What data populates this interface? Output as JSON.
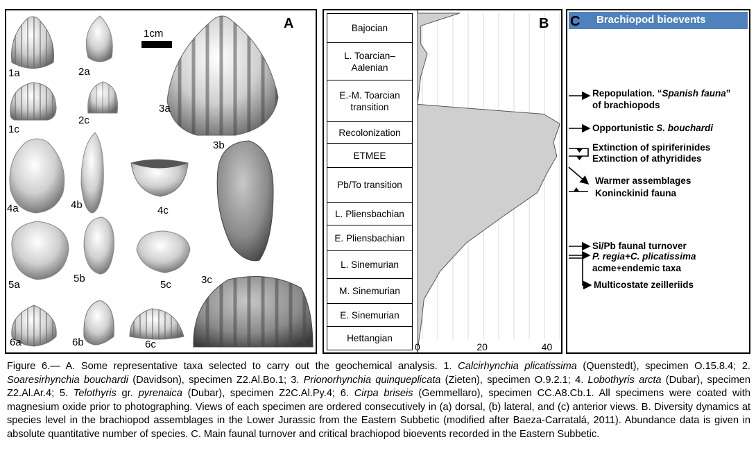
{
  "panelA": {
    "label": "A",
    "scale_label": "1cm",
    "specimens": [
      "1a",
      "1c",
      "2a",
      "2c",
      "3a",
      "3b",
      "3c",
      "4a",
      "4b",
      "4c",
      "5a",
      "5b",
      "5c",
      "6a",
      "6b",
      "6c"
    ]
  },
  "panelB": {
    "label": "B",
    "chart_data": {
      "type": "area",
      "stages": [
        "Bajocian",
        "L. Toarcian–Aalenian",
        "E.-M. Toarcian transition",
        "Recolonization",
        "ETMEE",
        "Pb/To transition",
        "L. Pliensbachian",
        "E. Pliensbachian",
        "L. Sinemurian",
        "M. Sinemurian",
        "E. Sinemurian",
        "Hettangian"
      ],
      "x_ticks": [
        0,
        20,
        40
      ],
      "xlim": [
        0,
        45
      ],
      "profile_depth_value_pairs": [
        [
          0,
          13
        ],
        [
          0.45,
          1
        ],
        [
          1.1,
          1
        ],
        [
          1.45,
          3
        ],
        [
          2.25,
          1
        ],
        [
          3.25,
          0
        ],
        [
          3.6,
          39
        ],
        [
          3.95,
          44
        ],
        [
          4.6,
          42
        ],
        [
          5.1,
          43
        ],
        [
          5.7,
          40
        ],
        [
          6.4,
          37
        ],
        [
          7.2,
          27
        ],
        [
          8.2,
          15
        ],
        [
          9.2,
          7
        ],
        [
          10.2,
          2
        ],
        [
          11.2,
          1
        ],
        [
          12,
          0
        ]
      ]
    }
  },
  "panelC": {
    "label": "C",
    "header": "Brachiopod bioevents",
    "events": [
      {
        "parts": [
          {
            "t": "Repopulation. “",
            "i": false
          },
          {
            "t": "Spanish fauna",
            "i": true
          },
          {
            "t": "”",
            "i": false
          }
        ]
      },
      {
        "parts": [
          {
            "t": "of brachiopods",
            "i": false
          }
        ]
      },
      {
        "parts": [
          {
            "t": "Opportunistic ",
            "i": false
          },
          {
            "t": "S. bouchardi",
            "i": true
          }
        ]
      },
      {
        "parts": [
          {
            "t": "Extinction of spiriferinides",
            "i": false
          }
        ]
      },
      {
        "parts": [
          {
            "t": "Extinction of athyridides",
            "i": false
          }
        ]
      },
      {
        "parts": [
          {
            "t": "Warmer assemblages",
            "i": false
          }
        ]
      },
      {
        "parts": [
          {
            "t": "Koninckinid fauna",
            "i": false
          }
        ]
      },
      {
        "parts": [
          {
            "t": "Si/Pb faunal turnover",
            "i": false
          }
        ]
      },
      {
        "parts": [
          {
            "t": "P. regia+C. plicatissima",
            "i": true
          }
        ]
      },
      {
        "parts": [
          {
            "t": "acme+endemic taxa",
            "i": false
          }
        ]
      },
      {
        "parts": [
          {
            "t": "Multicostate zeilleriids",
            "i": false
          }
        ]
      }
    ]
  },
  "caption": [
    {
      "t": "Figure 6.— A. Some representative taxa selected to carry out the geochemical analysis. 1. ",
      "i": false
    },
    {
      "t": "Calcirhynchia plicatissima",
      "i": true
    },
    {
      "t": " (Quenstedt), specimen O.15.8.4; 2. ",
      "i": false
    },
    {
      "t": "Soaresirhynchia bouchardi",
      "i": true
    },
    {
      "t": " (Davidson), specimen Z2.Al.Bo.1; 3. ",
      "i": false
    },
    {
      "t": "Prionorhynchia quinqueplicata",
      "i": true
    },
    {
      "t": " (Zieten), specimen O.9.2.1; 4. ",
      "i": false
    },
    {
      "t": "Lobothyris arcta",
      "i": true
    },
    {
      "t": " (Dubar), specimen Z2.Al.Ar.4; 5. ",
      "i": false
    },
    {
      "t": "Telothyris",
      "i": true
    },
    {
      "t": " gr. ",
      "i": false
    },
    {
      "t": "pyrenaica",
      "i": true
    },
    {
      "t": " (Dubar), specimen Z2C.Al.Py.4; 6. ",
      "i": false
    },
    {
      "t": "Cirpa briseis",
      "i": true
    },
    {
      "t": " (Gemmellaro), specimen CC.A8.Cb.1. All specimens were coated with magnesium oxide prior to photographing. Views of each specimen are ordered consecutively in (a) dorsal, (b) lateral, and (c) anterior views. B. Diversity dynamics at species level in the brachiopod assemblages in the Lower Jurassic from the Eastern Subbetic (modified after Baeza-Carratalá, 2011). Abundance data is given in absolute quantitative number of species. C. Main faunal turnover and critical brachiopod bioevents recorded in the Eastern Subbetic.",
      "i": false
    }
  ]
}
